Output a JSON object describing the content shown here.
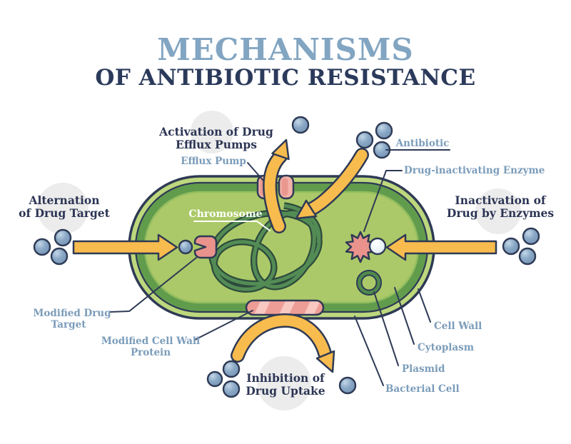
{
  "title": {
    "line1": "MECHANISMS",
    "line2": "OF ANTIBIOTIC RESISTANCE"
  },
  "mechanisms": {
    "activation": {
      "line1": "Activation of Drug",
      "line2": "Efflux Pumps"
    },
    "alternation": {
      "line1": "Alternation",
      "line2": "of Drug Target"
    },
    "inactivation": {
      "line1": "Inactivation of",
      "line2": "Drug by Enzymes"
    },
    "inhibition": {
      "line1": "Inhibition of",
      "line2": "Drug Uptake"
    }
  },
  "labels": {
    "efflux_pump": "Efflux Pump",
    "antibiotic": "Antibiotic",
    "enzyme": "Drug-inactivating Enzyme",
    "chromosome": "Chromosome",
    "modified_drug_target_1": "Modified Drug",
    "modified_drug_target_2": "Target",
    "modified_cell_wall_1": "Modified Cell Wall",
    "modified_cell_wall_2": "Protein",
    "cell_wall": "Cell Wall",
    "cytoplasm": "Cytoplasm",
    "plasmid": "Plasmid",
    "bacterial_cell": "Bacterial Cell"
  },
  "colors": {
    "title_accent": "#82a5c2",
    "title_dark": "#2b3a5b",
    "label_blue": "#7b9cba",
    "label_dark": "#2c3554",
    "outline_navy": "#2e3a55",
    "arrow_yellow": "#f8bb4d",
    "cell_rim": "#bdd77d",
    "cell_wall_green": "#619c4d",
    "cytoplasm_green": "#abc968",
    "chromosome_green": "#538b55",
    "pink": "#e9938c",
    "pink_light": "#f3b2a9",
    "antibiotic_blue": "#7e9dbe",
    "shadow_gray": "#ececec"
  }
}
